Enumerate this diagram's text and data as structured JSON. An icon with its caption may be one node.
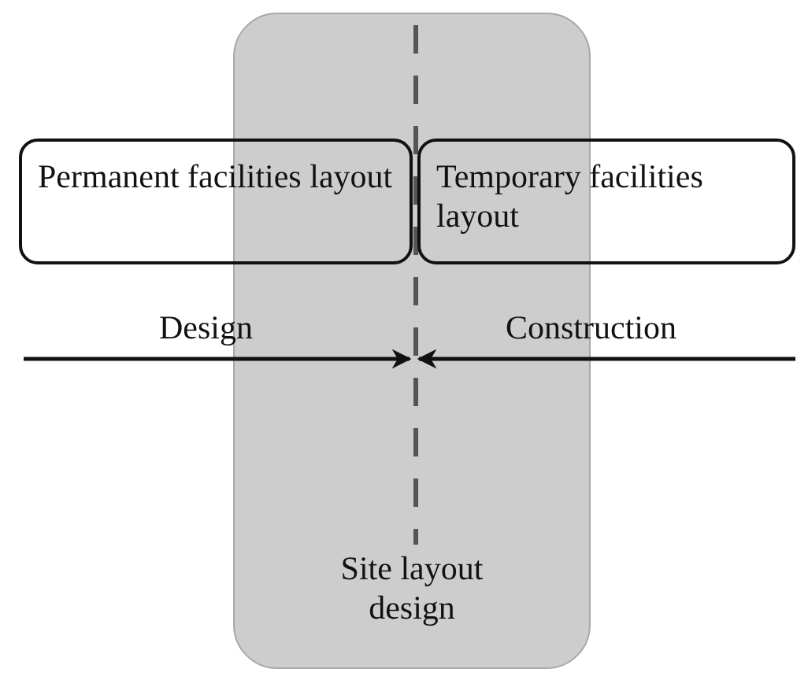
{
  "diagram": {
    "nodes": [
      {
        "text": [
          "Site layout design"
        ]
      },
      {
        "text": [
          "Permanent facilities layout"
        ]
      },
      {
        "text": [
          "Temporary facilities layout"
        ]
      },
      {
        "text": [],
        "shape": "line",
        "in": 0
      }
    ],
    "edges": [
      {
        "from": null,
        "to": 3,
        "arrow": "to",
        "label": "Design"
      },
      {
        "from": null,
        "to": 3,
        "arrow": "to",
        "label": "Construction"
      }
    ]
  }
}
